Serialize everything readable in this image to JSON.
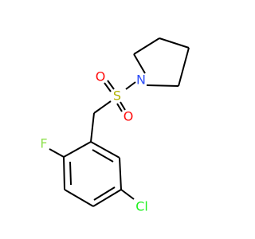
{
  "molecule": {
    "atoms": {
      "oxygen_top": "O",
      "sulfur": "S",
      "oxygen_bottom": "O",
      "nitrogen": "N",
      "fluorine": "F",
      "chlorine": "Cl"
    },
    "colors": {
      "oxygen": "#FF0D0D",
      "sulfur": "#B2B200",
      "nitrogen": "#3050F8",
      "fluorine": "#90E050",
      "chlorine": "#1FF01F",
      "bond": "#000000"
    }
  }
}
